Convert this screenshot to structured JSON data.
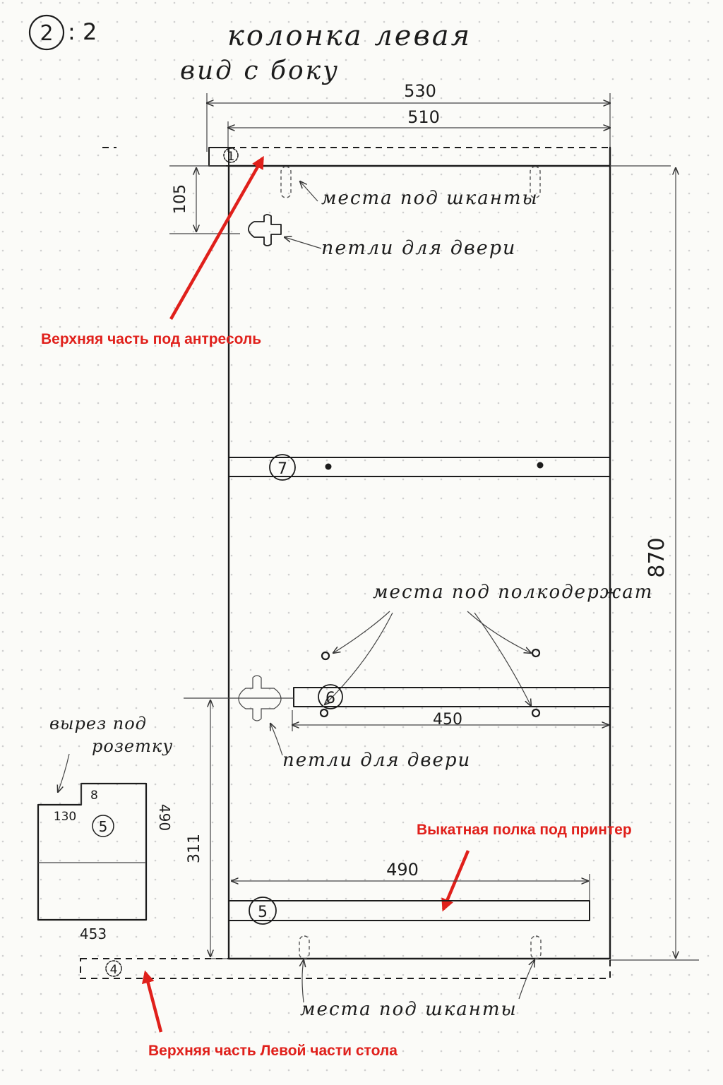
{
  "sheet": {
    "sheet_number": "2",
    "sheet_suffix": ": 2",
    "title_line1": "колонка левая",
    "title_line2": "вид с боку"
  },
  "dimensions": {
    "overall_width": "530",
    "inner_width": "510",
    "top_offset": "105",
    "height": "870",
    "shelf_6_width": "450",
    "shelf_5_width": "490",
    "lower_height": "311"
  },
  "parts": {
    "p1": "1",
    "p7": "7",
    "p6": "6",
    "p5": "5",
    "p4": "4"
  },
  "notes": {
    "dowels_top": "места под шканты",
    "hinges_top": "петли для двери",
    "shelf_supports": "места под полкодержат",
    "hinges_bottom": "петли для двери",
    "dowels_bottom": "места под шканты",
    "socket_cutout_line1": "вырез под",
    "socket_cutout_line2": "розетку"
  },
  "detail_part5": {
    "cut_depth": "8",
    "cut_width": "130",
    "height": "490",
    "width": "453",
    "part": "5"
  },
  "red_labels": {
    "top_mezzanine": "Верхняя часть под антресоль",
    "printer_shelf": "Выкатная полка под принтер",
    "table_top": "Верхняя часть Левой части стола"
  },
  "colors": {
    "ink": "#1c1c1c",
    "annotation_red": "#e0201b",
    "paper": "#fbfbf8",
    "grid_dot": "#cfcfcf"
  }
}
